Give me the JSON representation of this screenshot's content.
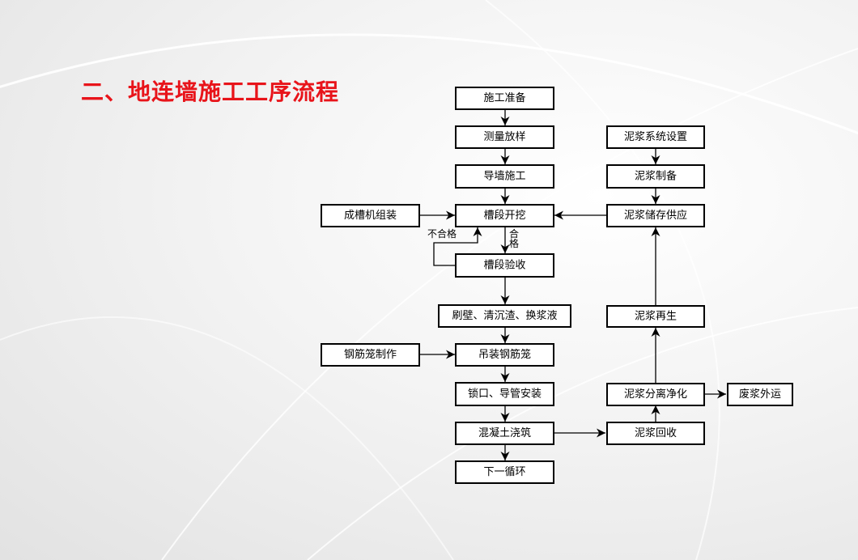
{
  "title": "二、地连墙施工工序流程",
  "nodes": {
    "prep": "施工准备",
    "survey": "测量放样",
    "guide_wall": "导墙施工",
    "excavate": "槽段开挖",
    "inspect": "槽段验收",
    "clean": "刷壁、清沉渣、换浆液",
    "hoist_cage": "吊装钢筋笼",
    "lock_pipe": "锁口、导管安装",
    "pour": "混凝土浇筑",
    "next": "下一循环",
    "machine": "成槽机组装",
    "cage_make": "钢筋笼制作",
    "slurry_setup": "泥浆系统设置",
    "slurry_make": "泥浆制备",
    "slurry_supply": "泥浆储存供应",
    "slurry_regen": "泥浆再生",
    "slurry_sep": "泥浆分离净化",
    "waste_out": "废浆外运",
    "slurry_recover": "泥浆回收"
  },
  "labels": {
    "fail": "不合格",
    "pass_1": "合",
    "pass_2": "格"
  }
}
